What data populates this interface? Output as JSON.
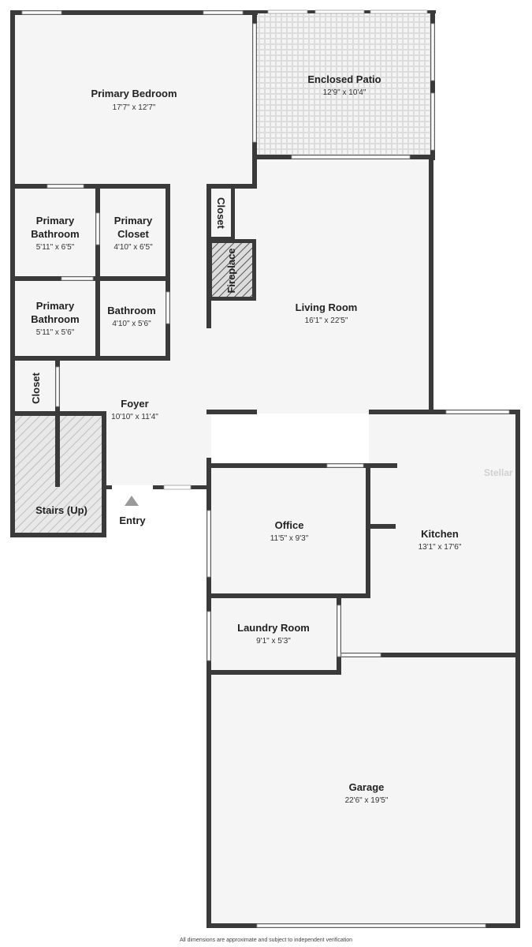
{
  "rooms": {
    "primary_bedroom": {
      "name": "Primary Bedroom",
      "dim": "17'7\" x 12'7\""
    },
    "enclosed_patio": {
      "name": "Enclosed Patio",
      "dim": "12'9\" x 10'4\""
    },
    "primary_bathroom_1": {
      "name_1": "Primary",
      "name_2": "Bathroom",
      "dim": "5'11\" x 6'5\""
    },
    "primary_closet": {
      "name_1": "Primary",
      "name_2": "Closet",
      "dim": "4'10\" x 6'5\""
    },
    "primary_bathroom_2": {
      "name_1": "Primary",
      "name_2": "Bathroom",
      "dim": "5'11\" x 5'6\""
    },
    "bathroom": {
      "name": "Bathroom",
      "dim": "4'10\" x 5'6\""
    },
    "living_room": {
      "name": "Living Room",
      "dim": "16'1\" x 22'5\""
    },
    "foyer": {
      "name": "Foyer",
      "dim": "10'10\" x 11'4\""
    },
    "office": {
      "name": "Office",
      "dim": "11'5\" x 9'3\""
    },
    "kitchen": {
      "name": "Kitchen",
      "dim": "13'1\" x 17'6\""
    },
    "laundry_room": {
      "name": "Laundry Room",
      "dim": "9'1\" x 5'3\""
    },
    "garage": {
      "name": "Garage",
      "dim": "22'6\" x 19'5\""
    }
  },
  "labels": {
    "closet_hall": "Closet",
    "closet_foyer": "Closet",
    "fireplace": "Fireplace",
    "stairs": "Stairs (Up)",
    "entry": "Entry"
  },
  "watermark": "Stellar",
  "disclaimer": "All dimensions are approximate and subject to independent verification",
  "colors": {
    "wall": "#3a3a3a",
    "floor": "#f5f5f5",
    "window": "#ffffff"
  }
}
